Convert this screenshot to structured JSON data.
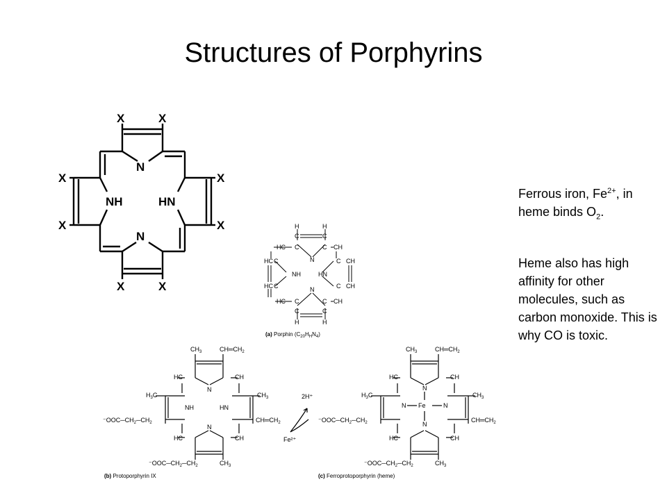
{
  "slide": {
    "title": "Structures of Porphyrins",
    "note1": {
      "a": "Ferrous iron, Fe",
      "a_sup": "2+",
      "b": ", in heme binds O",
      "b_sub": "2",
      "c": "."
    },
    "note2": "Heme also has high affinity for other molecules, such as carbon monoxide. This is why CO is toxic."
  },
  "general": {
    "substituent": "X",
    "n_top": "N",
    "n_bottom": "N",
    "nh_left": "NH",
    "hn_right": "HN"
  },
  "porphin": {
    "caption_prefix": "(a)",
    "caption": "Porphin (C",
    "c": "20",
    "h_letter": "H",
    "h": "H",
    "n_letter": "N",
    "n": "4",
    "close": ")",
    "hc": "HC",
    "c_atom": "C",
    "ch": "CH",
    "n_atom": "N",
    "nh": "NH",
    "hn": "HN"
  },
  "protoporphyrin": {
    "caption_prefix": "(b)",
    "caption": "Protoporphyrin IX",
    "ch3": "CH",
    "ch3_sub": "3",
    "h3c": "H",
    "h3c_sub": "3",
    "h3c_c": "C",
    "vinyl": "CH═CH",
    "vinyl_sub": "2",
    "hc": "HC",
    "ch": "CH",
    "nh": "NH",
    "hn": "HN",
    "n": "N",
    "propionate": "⁻OOC─CH",
    "propionate_sub": "2",
    "propionate_tail": "─CH"
  },
  "reaction": {
    "top": "2H⁺",
    "bottom": "Fe²⁺"
  },
  "heme": {
    "caption_prefix": "(c)",
    "caption": "Ferroprotoporphyrin (heme)",
    "fe": "Fe",
    "n": "N"
  },
  "colors": {
    "ink": "#000000",
    "background": "#ffffff"
  }
}
